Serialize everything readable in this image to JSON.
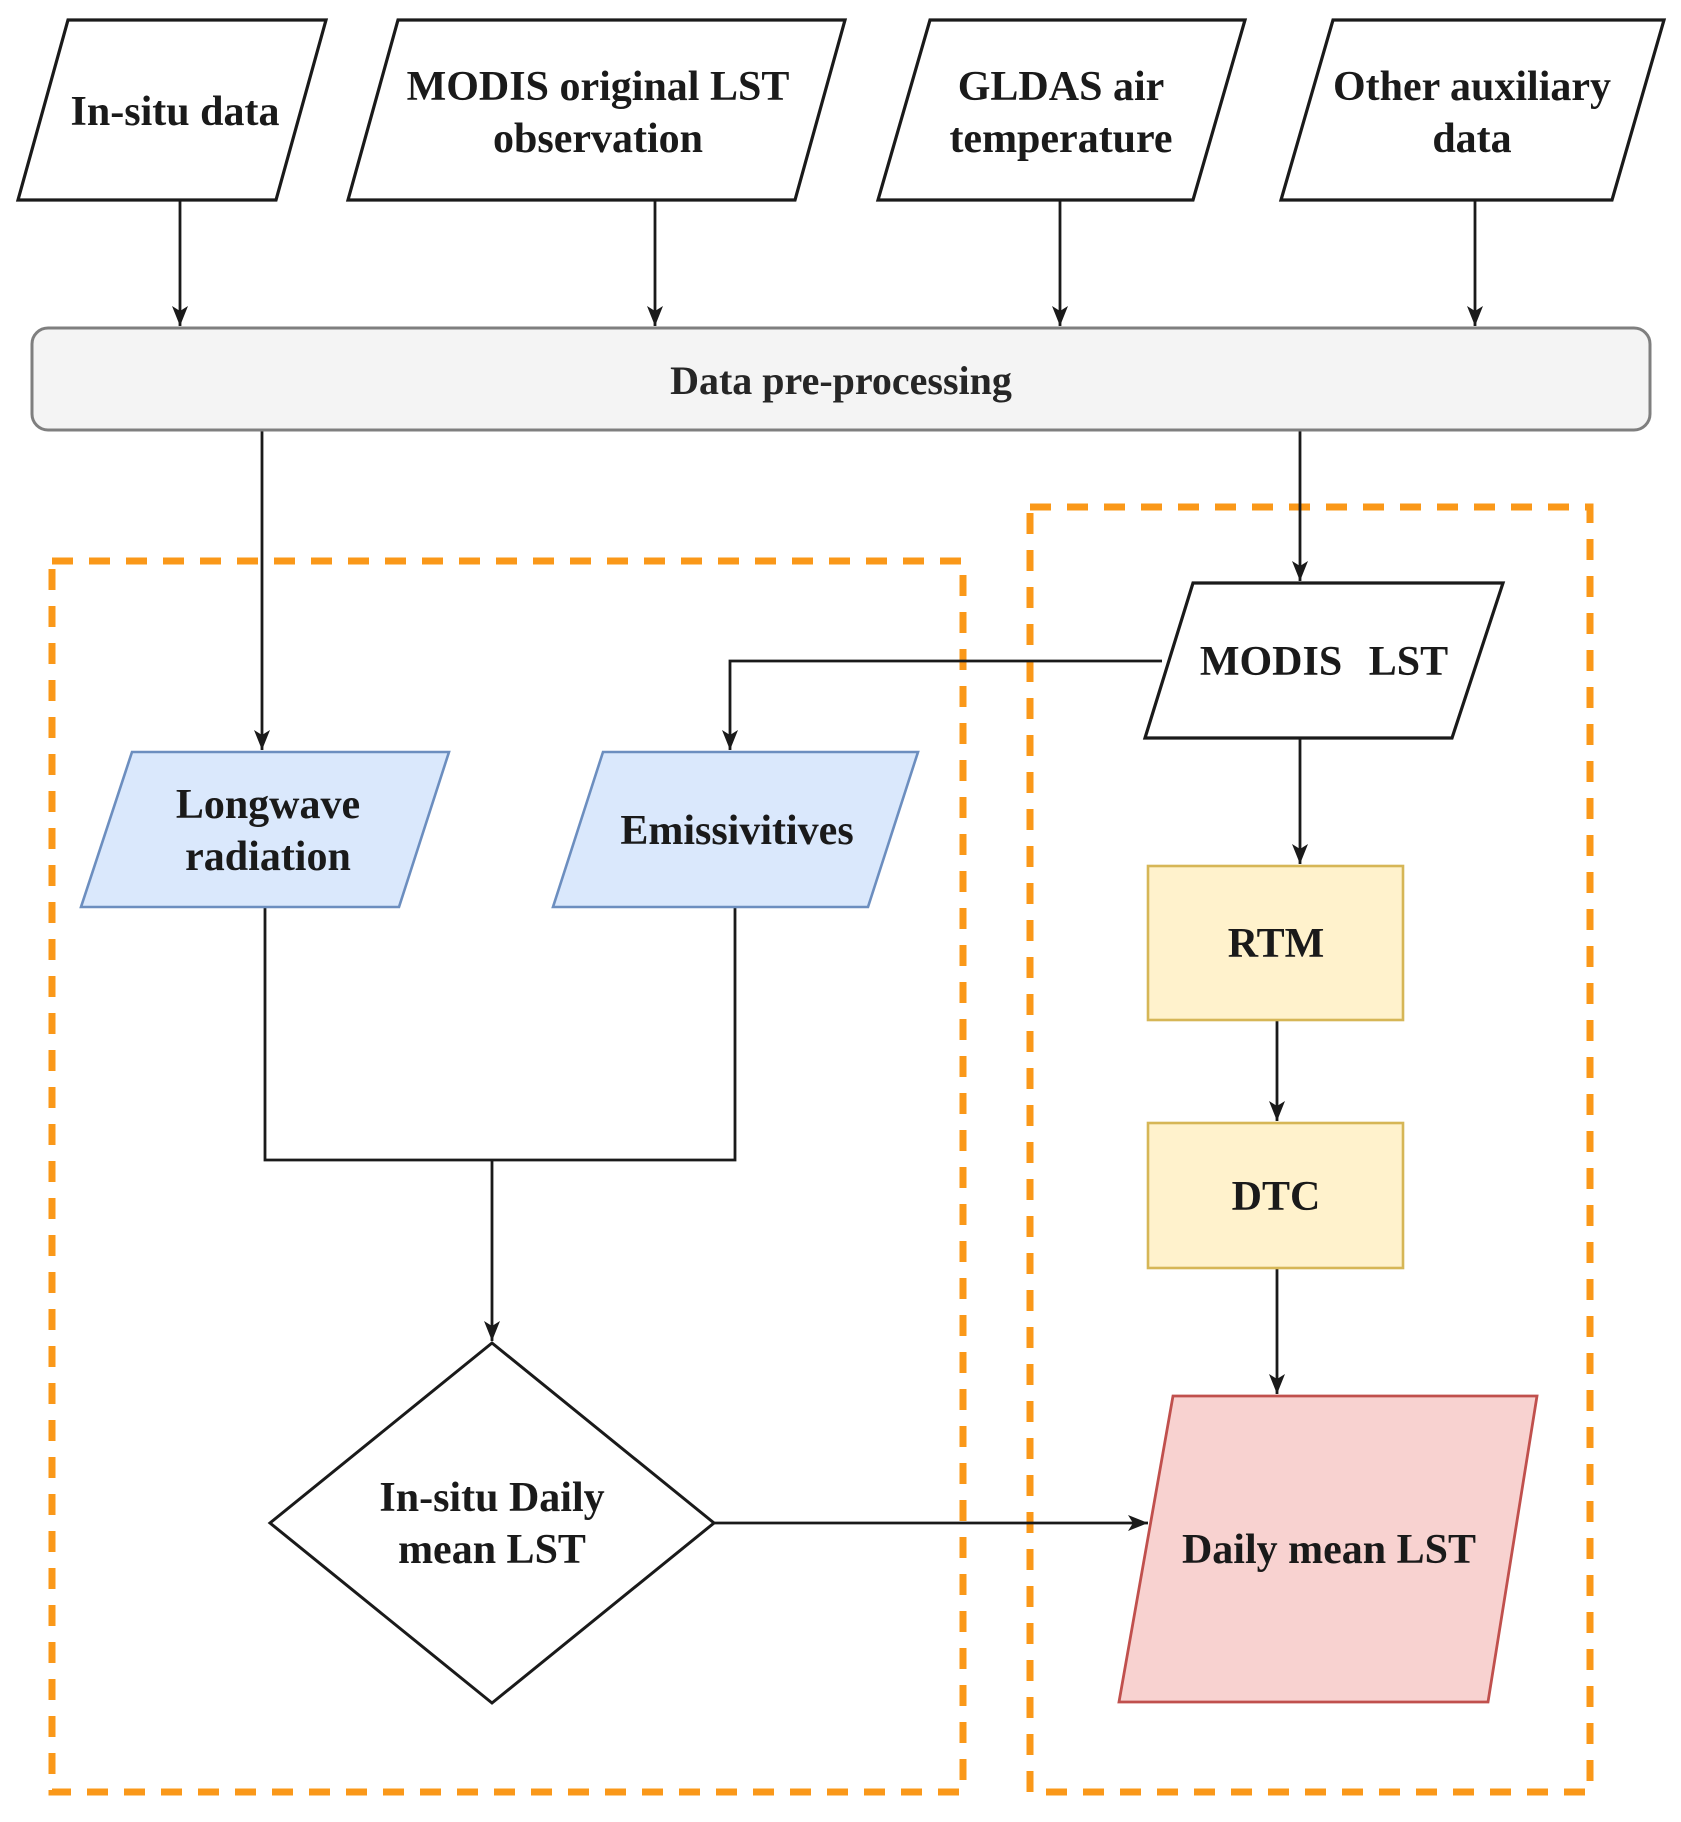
{
  "colors": {
    "accent_dashed": "#fa9819",
    "node_blue_fill": "#dae8fc",
    "node_blue_stroke": "#6c8ebf",
    "node_yellow_fill": "#fff2cc",
    "node_yellow_stroke": "#d6b656",
    "node_red_fill": "#f8d2d0",
    "node_red_stroke": "#c0504d",
    "bar_fill": "#f4f4f4",
    "bar_stroke": "#7f7f7f",
    "line_color": "#1a1a1a"
  },
  "nodes": {
    "insitu": {
      "label": "In-situ data"
    },
    "modis_original": {
      "line1": "MODIS original LST",
      "line2": "observation"
    },
    "gldas": {
      "line1": "GLDAS air",
      "line2": "temperature"
    },
    "other_auxiliary": {
      "line1": "Other auxiliary",
      "line2": "data"
    },
    "preprocessing": {
      "label": "Data pre-processing"
    },
    "longwave": {
      "line1": "Longwave",
      "line2": "radiation"
    },
    "emissivities": {
      "label": "Emissivitives"
    },
    "modis_lst": {
      "label": "MODIS LST"
    },
    "rtm": {
      "label": "RTM"
    },
    "dtc": {
      "label": "DTC"
    },
    "insitu_daily": {
      "line1": "In-situ Daily",
      "line2": "mean LST"
    },
    "daily_mean": {
      "label": "Daily mean LST"
    }
  }
}
